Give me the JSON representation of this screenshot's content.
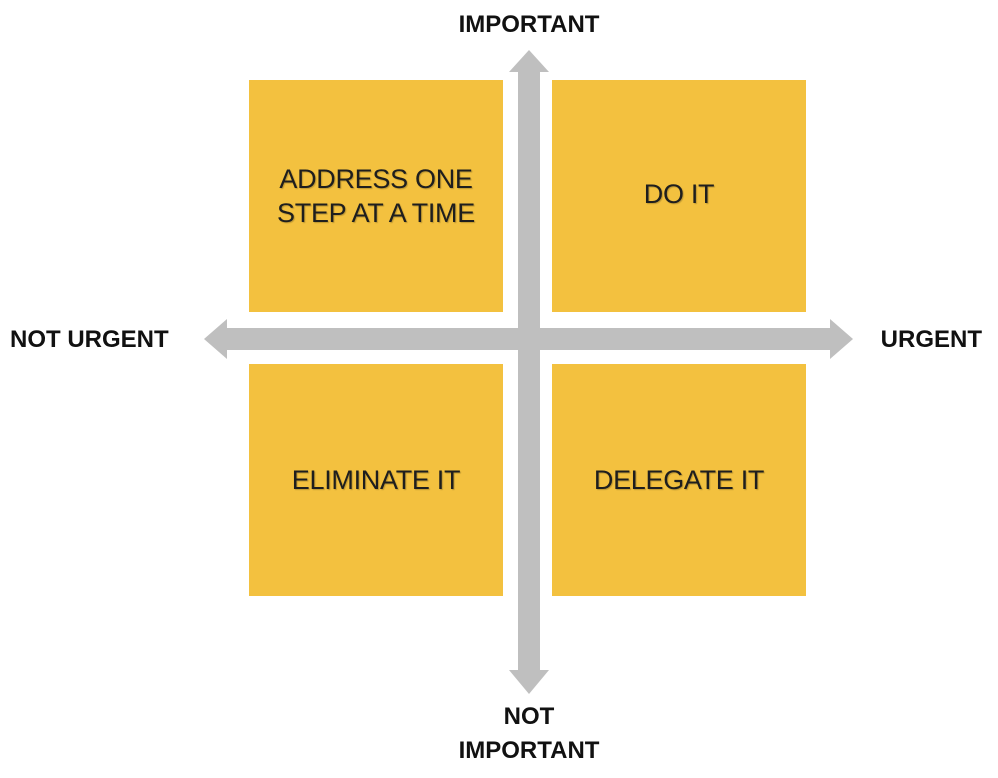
{
  "axes": {
    "top_label": "IMPORTANT",
    "bottom_label": "NOT\nIMPORTANT",
    "left_label": "NOT URGENT",
    "right_label": "URGENT",
    "arrow_color": "#bfbfbf"
  },
  "quadrants": {
    "top_left": "ADDRESS ONE STEP AT A TIME",
    "top_right": "DO IT",
    "bottom_left": "ELIMINATE IT",
    "bottom_right": "DELEGATE IT",
    "fill_color": "#f3c13f"
  }
}
